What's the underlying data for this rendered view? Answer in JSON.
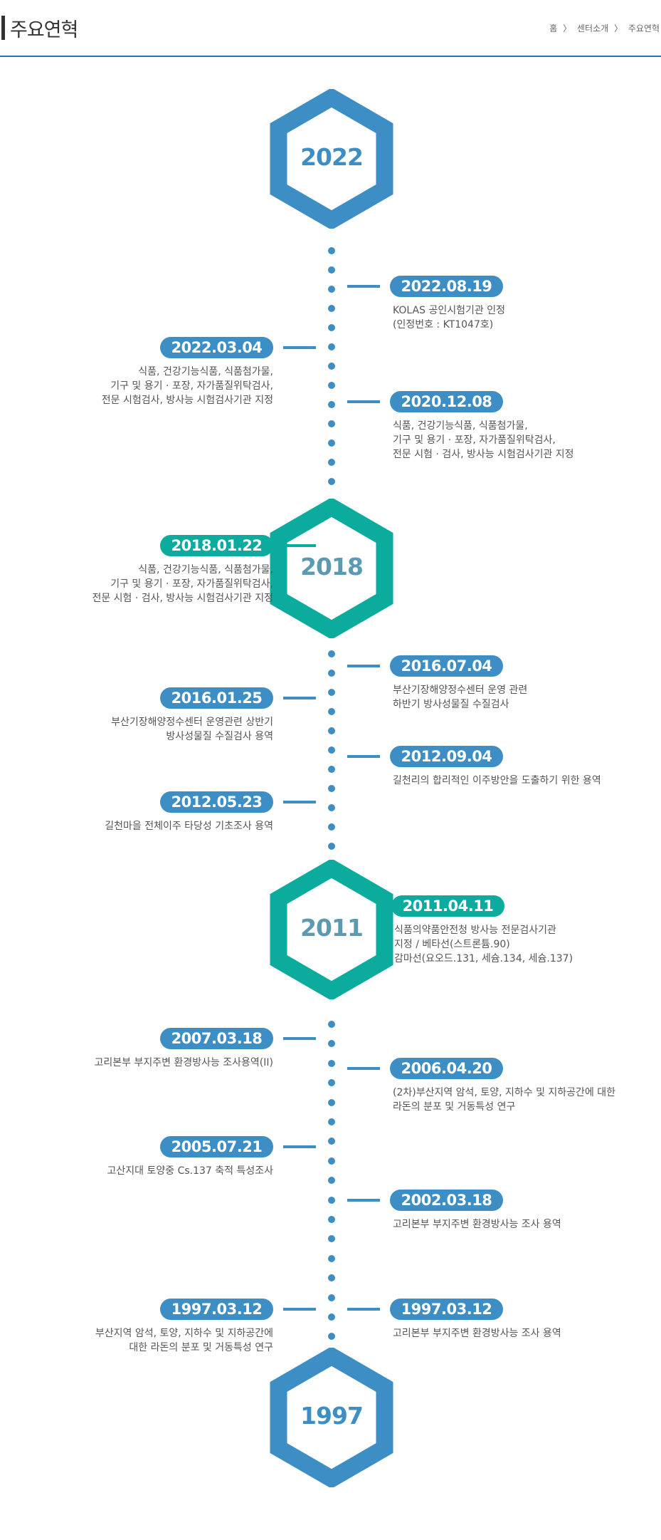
{
  "header": {
    "title": "주요연혁",
    "breadcrumb": [
      "홈",
      "센터소개",
      "주요연혁"
    ],
    "separator": "〉"
  },
  "colors": {
    "blue": "#3d8ec5",
    "teal": "#0bab9e",
    "year_text_blue": "#3d8ec5",
    "year_text_teal": "#5a9bb2"
  },
  "years": [
    {
      "label": "2022",
      "color": "blue"
    },
    {
      "label": "2018",
      "color": "teal"
    },
    {
      "label": "2011",
      "color": "teal"
    },
    {
      "label": "1997",
      "color": "blue"
    }
  ],
  "events": [
    {
      "date": "2022.08.19",
      "side": "right",
      "color": "blue",
      "lines": [
        "KOLAS 공인시험기관 인정",
        "(인정번호 : KT1047호)"
      ]
    },
    {
      "date": "2022.03.04",
      "side": "left",
      "color": "blue",
      "lines": [
        "식품, 건강기능식품, 식품첨가물,",
        "기구 및 용기 · 포장, 자가품질위탁검사,",
        "전문 시험검사, 방사능 시험검사기관 지정"
      ]
    },
    {
      "date": "2020.12.08",
      "side": "right",
      "color": "blue",
      "lines": [
        "식품, 건강기능식품, 식품첨가물,",
        "기구 및 용기 · 포장, 자가품질위탁검사,",
        "전문 시험 · 검사, 방사능 시험검사기관 지정"
      ]
    },
    {
      "date": "2018.01.22",
      "side": "left",
      "color": "teal",
      "lines": [
        "식품, 건강기능식품, 식품첨가물,",
        "기구 및 용기 · 포장, 자가품질위탁검사,",
        "전문 시험 · 검사, 방사능 시험검사기관 지정"
      ]
    },
    {
      "date": "2016.07.04",
      "side": "right",
      "color": "blue",
      "lines": [
        "부산기장해양정수센터 운영 관련",
        "하반기 방사성물질 수질검사"
      ]
    },
    {
      "date": "2016.01.25",
      "side": "left",
      "color": "blue",
      "lines": [
        "부산기장해양정수센터 운영관련 상반기",
        "방사성물질 수질검사 용역"
      ]
    },
    {
      "date": "2012.09.04",
      "side": "right",
      "color": "blue",
      "lines": [
        "길천리의 합리적인 이주방안을 도출하기 위한 용역"
      ]
    },
    {
      "date": "2012.05.23",
      "side": "left",
      "color": "blue",
      "lines": [
        "길천마을 전체이주 타당성 기초조사 용역"
      ]
    },
    {
      "date": "2011.04.11",
      "side": "right",
      "color": "teal",
      "lines": [
        "식품의약품안전청 방사능 전문검사기관",
        "지정 / 베타선(스트론튬.90)",
        "감마선(요오드.131, 세슘.134, 세슘.137)"
      ]
    },
    {
      "date": "2007.03.18",
      "side": "left",
      "color": "blue",
      "lines": [
        "고리본부 부지주변 환경방사능 조사용역(II)"
      ]
    },
    {
      "date": "2006.04.20",
      "side": "right",
      "color": "blue",
      "lines": [
        "(2차)부산지역 암석, 토양, 지하수 및 지하공간에 대한",
        "라돈의 분포 및 거동특성 연구"
      ]
    },
    {
      "date": "2005.07.21",
      "side": "left",
      "color": "blue",
      "lines": [
        "고산지대 토양중 Cs.137 축적 특성조사"
      ]
    },
    {
      "date": "2002.03.18",
      "side": "right",
      "color": "blue",
      "lines": [
        "고리본부 부지주변 환경방사능 조사 용역"
      ]
    },
    {
      "date": "1997.03.12",
      "side": "left",
      "color": "blue",
      "lines": [
        "부산지역 암석, 토양, 지하수 및 지하공간에",
        "대한 라돈의 분포 및 거동특성 연구"
      ]
    },
    {
      "date": "1997.03.12",
      "side": "right",
      "color": "blue",
      "lines": [
        "고리본부 부지주변 환경방사능 조사 용역"
      ]
    }
  ]
}
